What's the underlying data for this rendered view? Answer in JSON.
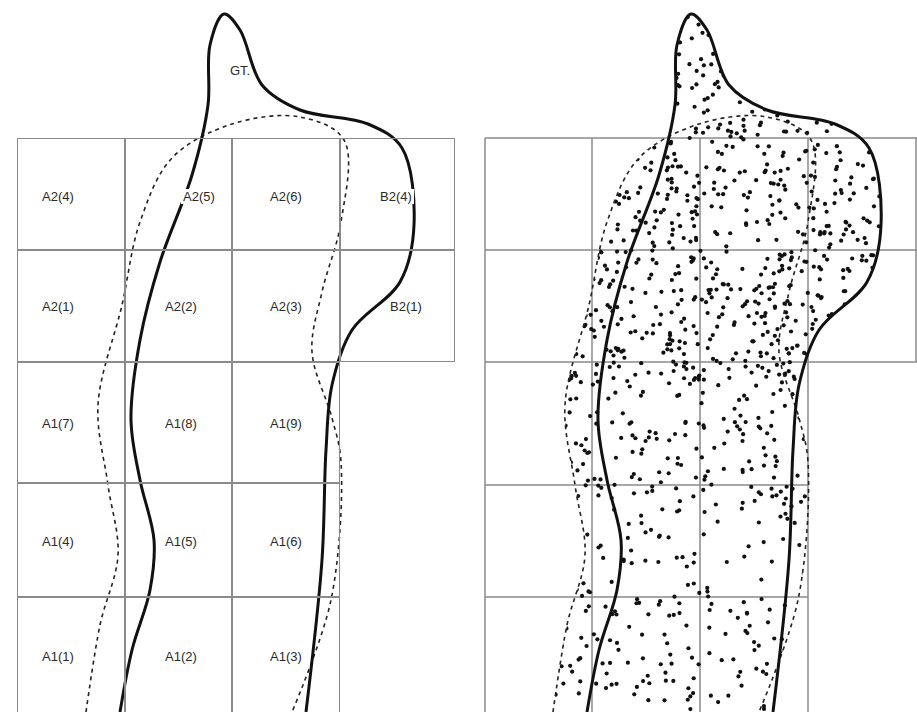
{
  "diagram": {
    "nodes": [
      {
        "text": [
          "A2(4)"
        ]
      },
      {
        "text": [
          "A2(5)"
        ]
      },
      {
        "text": [
          "A2(6)"
        ]
      },
      {
        "text": [
          "B2(4)"
        ]
      },
      {
        "text": [
          "A2(1)"
        ]
      },
      {
        "text": [
          "A2(2)"
        ]
      },
      {
        "text": [
          "A2(3)"
        ]
      },
      {
        "text": [
          "B2(1)"
        ]
      },
      {
        "text": [
          "A1(7)"
        ]
      },
      {
        "text": [
          "A1(8)"
        ]
      },
      {
        "text": [
          "A1(9)"
        ]
      },
      {
        "text": [
          "A1(4)"
        ]
      },
      {
        "text": [
          "A1(5)"
        ]
      },
      {
        "text": [
          "A1(6)"
        ]
      },
      {
        "text": [
          "A1(1)"
        ]
      },
      {
        "text": [
          "A1(2)"
        ]
      },
      {
        "text": [
          "A1(3)"
        ]
      }
    ],
    "labels": [
      "GT."
    ]
  }
}
